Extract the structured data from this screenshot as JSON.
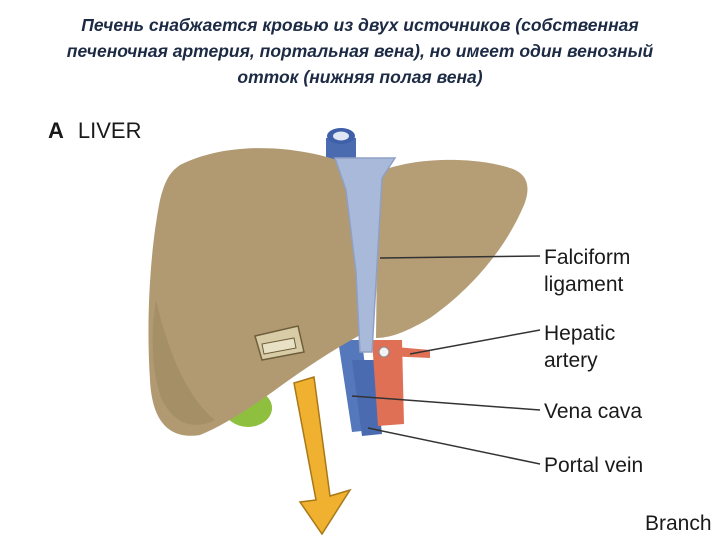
{
  "title": {
    "line1": "Печень снабжается кровью из двух источников (собственная",
    "line2": "печеночная артерия, портальная вена), но имеет один венозный",
    "line3": "отток (нижняя полая вена)"
  },
  "figure": {
    "panel_letter": "A",
    "panel_title": "LIVER",
    "labels": {
      "falciform_line1": "Falciform",
      "falciform_line2": "ligament",
      "hepatic_line1": "Hepatic",
      "hepatic_line2": "artery",
      "vena_cava": "Vena cava",
      "portal_vein": "Portal vein",
      "branch_cut": "Branch"
    },
    "colors": {
      "liver": "#b19a72",
      "liver_shadow": "#8f7a55",
      "ligament": "#a9b9d9",
      "vena_cava": "#5577bb",
      "portal_vein": "#4a6bb0",
      "artery": "#e07055",
      "gallbladder": "#8fbf3f",
      "arrow": "#f0b030"
    }
  }
}
